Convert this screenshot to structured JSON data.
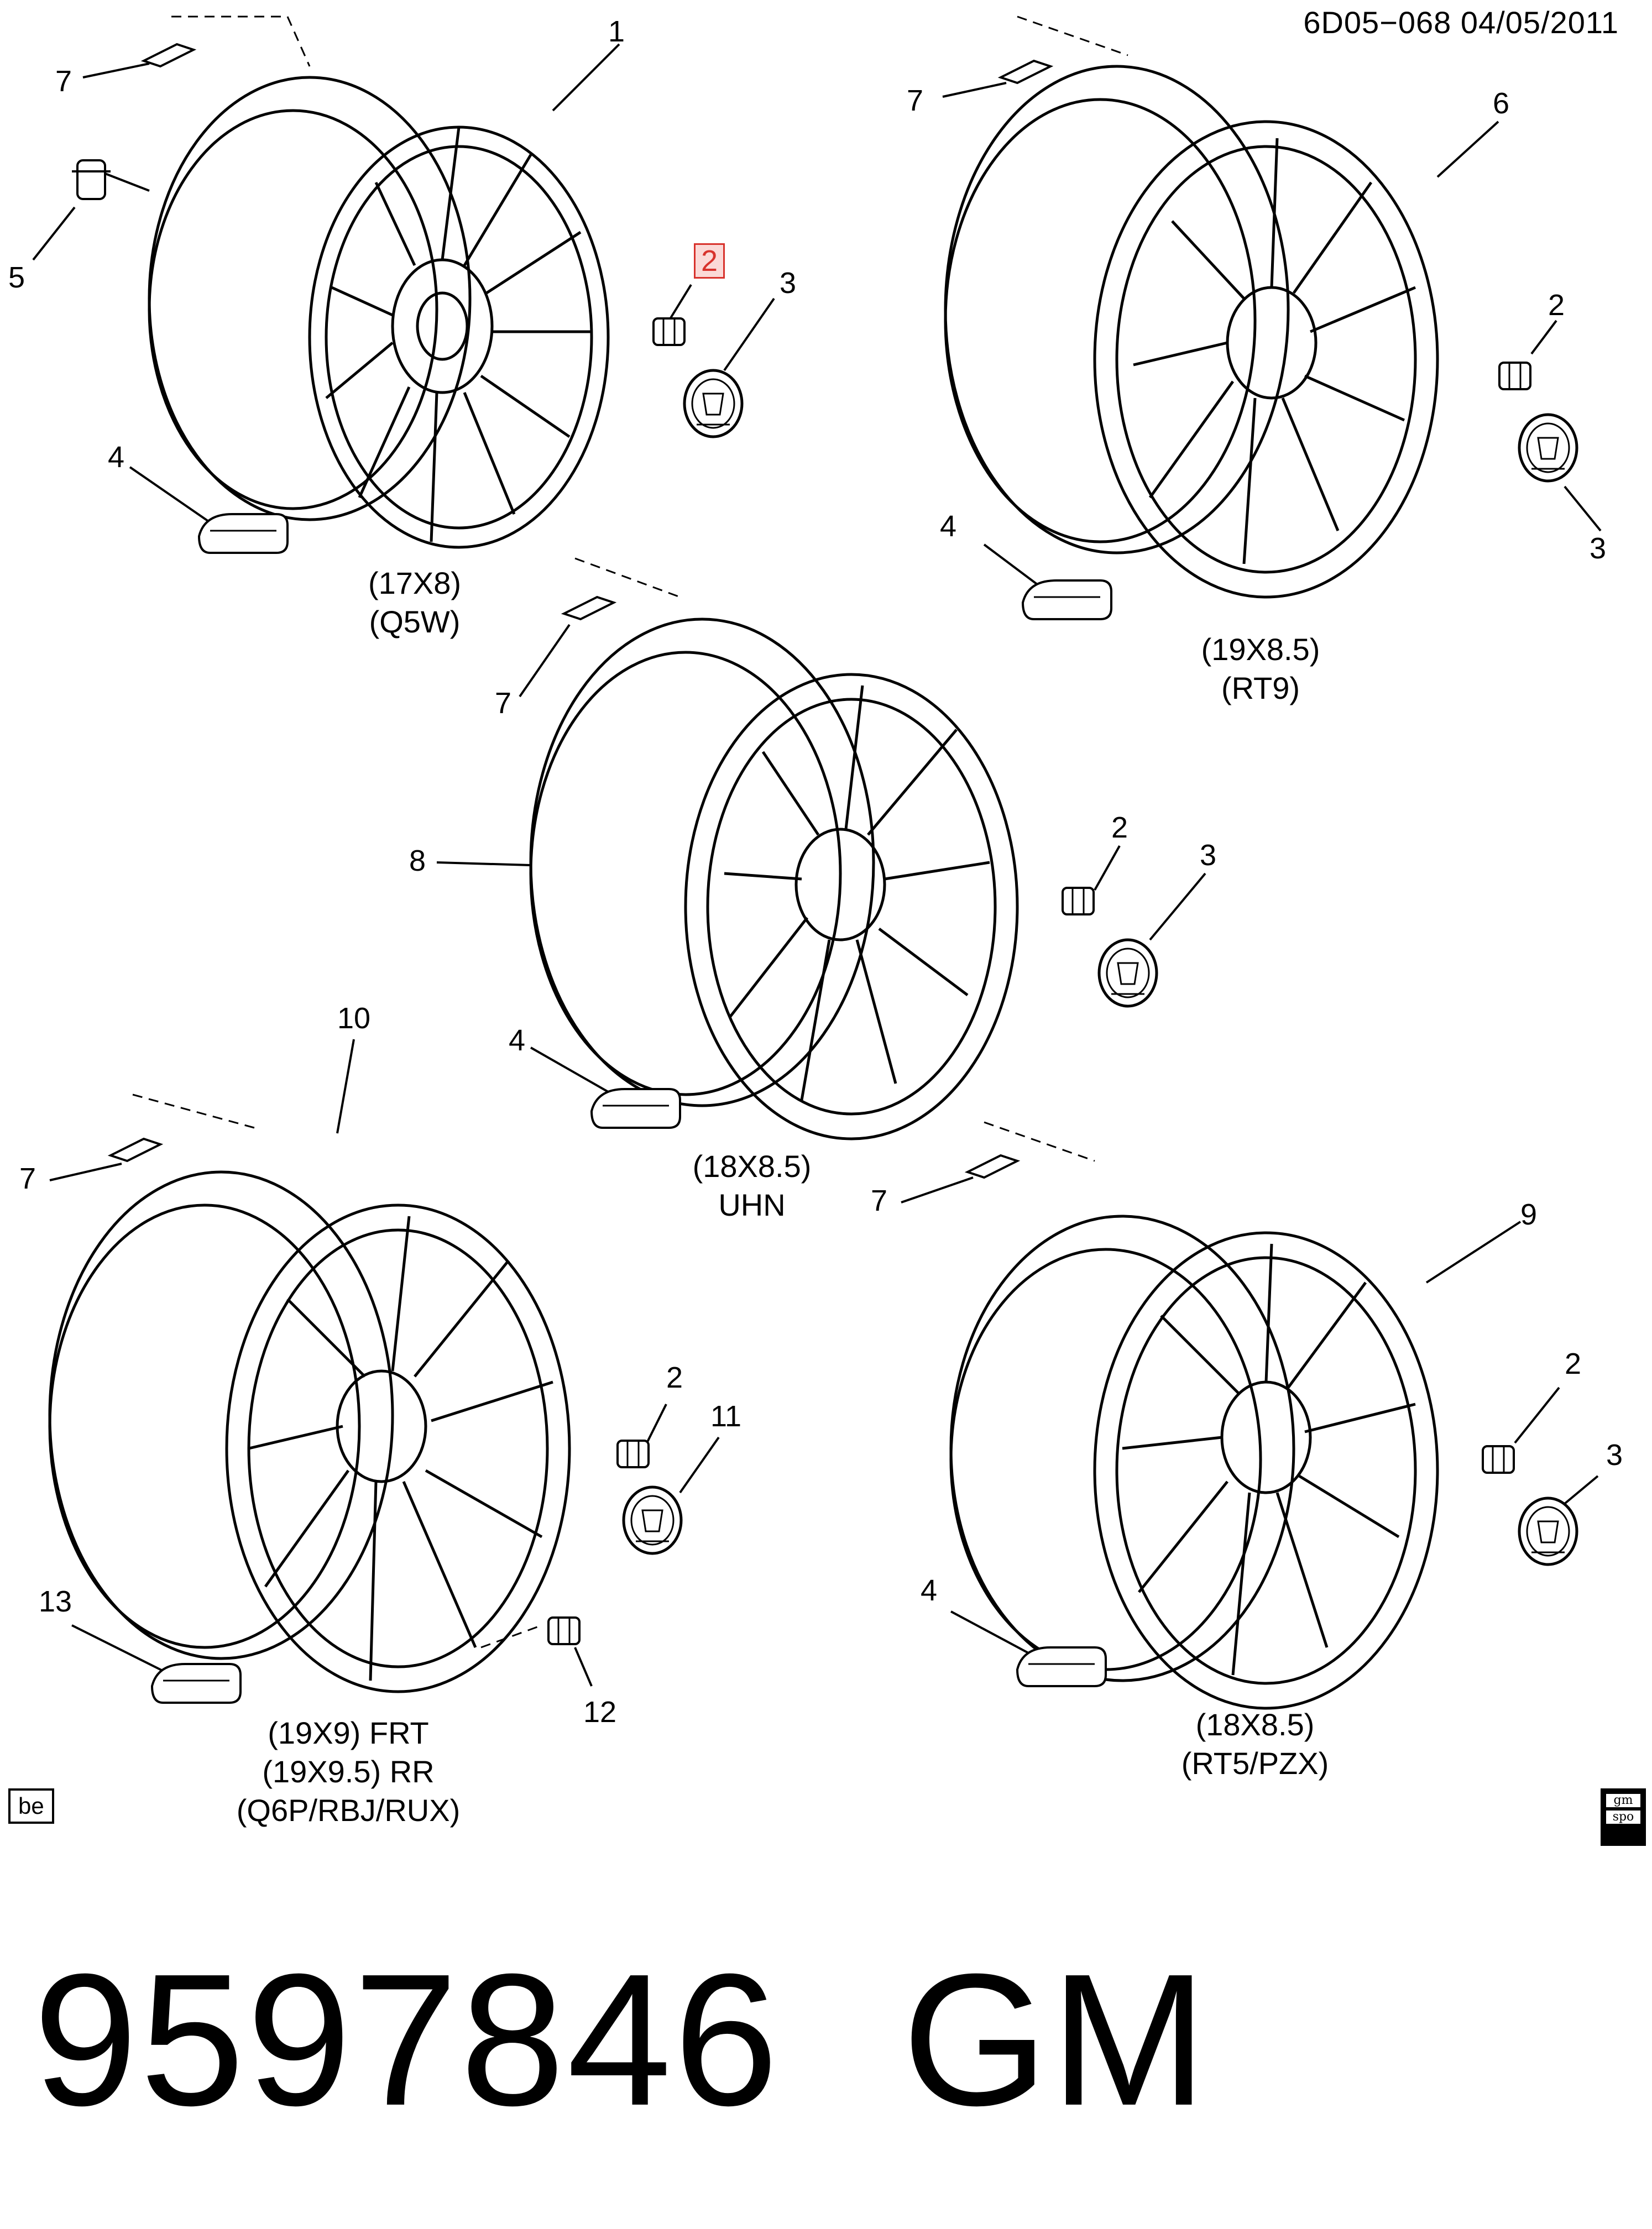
{
  "header": {
    "code": "6D05−068  04/05/2011"
  },
  "wheels": [
    {
      "id": "q5w",
      "caption": [
        "(17X8)",
        "(Q5W)"
      ]
    },
    {
      "id": "rt9",
      "caption": [
        "(19X8.5)",
        "(RT9)"
      ]
    },
    {
      "id": "uhn",
      "caption": [
        "(18X8.5)",
        "UHN"
      ]
    },
    {
      "id": "q6p",
      "caption": [
        "(19X9) FRT",
        "(19X9.5) RR",
        "(Q6P/RBJ/RUX)"
      ]
    },
    {
      "id": "rt5",
      "caption": [
        "(18X8.5)",
        "(RT5/PZX)"
      ]
    }
  ],
  "callouts": {
    "w1": [
      "1",
      "2",
      "3",
      "4",
      "5",
      "7"
    ],
    "w2": [
      "6",
      "2",
      "3",
      "4",
      "7"
    ],
    "w3": [
      "8",
      "2",
      "3",
      "4",
      "7"
    ],
    "w4": [
      "10",
      "2",
      "11",
      "13",
      "12",
      "7"
    ],
    "w5": [
      "9",
      "2",
      "3",
      "4",
      "7"
    ]
  },
  "footer": {
    "be_label": "be",
    "spo_logo": [
      "gm",
      "spo"
    ]
  },
  "part": {
    "number": "9597846",
    "brand": "GM"
  },
  "colors": {
    "highlight_border": "#d8322c",
    "highlight_fill": "#fbd9d7"
  }
}
